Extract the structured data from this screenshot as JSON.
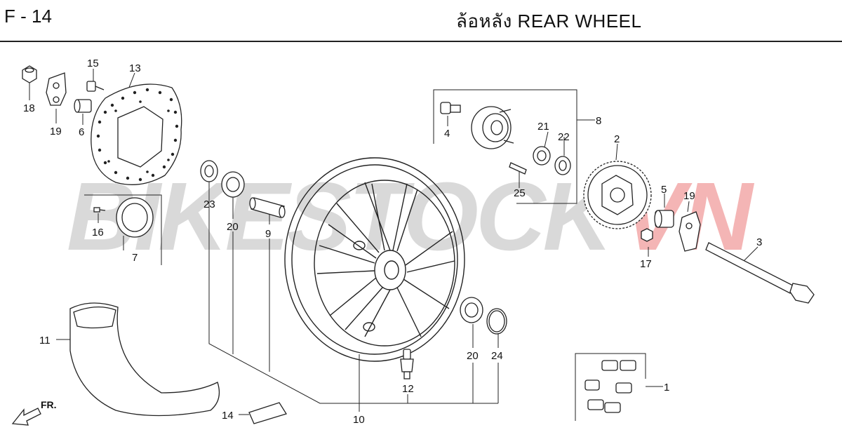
{
  "header": {
    "code": "F - 14",
    "title": "ล้อหลัง  REAR WHEEL"
  },
  "watermark": {
    "part_a": "BIKESTOCK",
    "part_b": "VN",
    "color_a": "#bdbdbd",
    "color_b": "#e97a7a"
  },
  "direction_label": "FR.",
  "callouts": [
    "1",
    "2",
    "3",
    "4",
    "5",
    "6",
    "7",
    "8",
    "9",
    "10",
    "11",
    "12",
    "13",
    "14",
    "15",
    "16",
    "17",
    "18",
    "19",
    "19",
    "20",
    "20",
    "21",
    "22",
    "23",
    "24",
    "25"
  ]
}
